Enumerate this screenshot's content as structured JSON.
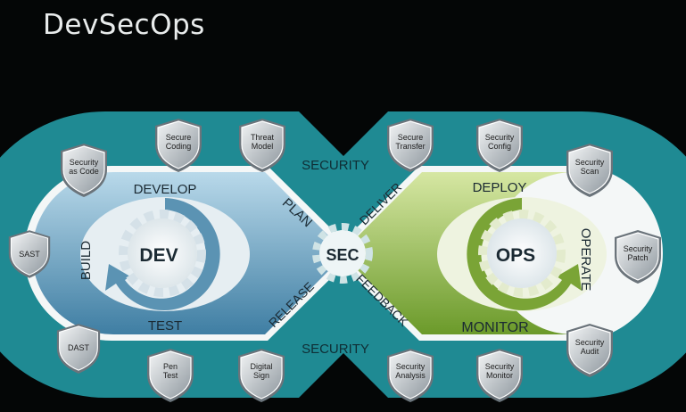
{
  "title": "DevSecOps",
  "center": {
    "dev": "DEV",
    "sec": "SEC",
    "ops": "OPS"
  },
  "phases": {
    "develop": "DEVELOP",
    "plan": "PLAN",
    "build": "BUILD",
    "test": "TEST",
    "release": "RELEASE",
    "deliver": "DELIVER",
    "deploy": "DEPLOY",
    "operate": "OPERATE",
    "monitor": "MONITOR",
    "feedback": "FEEDBACK"
  },
  "security_labels": {
    "top": "SECURITY",
    "bottom": "SECURITY"
  },
  "shields": {
    "security_as_code": [
      "Security",
      "as Code"
    ],
    "secure_coding": [
      "Secure",
      "Coding"
    ],
    "threat_model": [
      "Threat",
      "Model"
    ],
    "sast": [
      "SAST"
    ],
    "dast": [
      "DAST"
    ],
    "pen_test": [
      "Pen",
      "Test"
    ],
    "digital_sign": [
      "Digital",
      "Sign"
    ],
    "secure_transfer": [
      "Secure",
      "Transfer"
    ],
    "security_config": [
      "Security",
      "Config"
    ],
    "security_scan": [
      "Security",
      "Scan"
    ],
    "security_patch": [
      "Security",
      "Patch"
    ],
    "security_audit": [
      "Security",
      "Audit"
    ],
    "security_analysis": [
      "Security",
      "Analysis"
    ],
    "security_monitor": [
      "Security",
      "Monitor"
    ]
  },
  "colors": {
    "background": "#040606",
    "teal": "#1f8a93",
    "dev_blue": "#5f97b6",
    "dev_light": "#a9cde0",
    "ops_green": "#7ea33a",
    "ops_light": "#c9dd8f",
    "shield": "#9aa3aa"
  }
}
